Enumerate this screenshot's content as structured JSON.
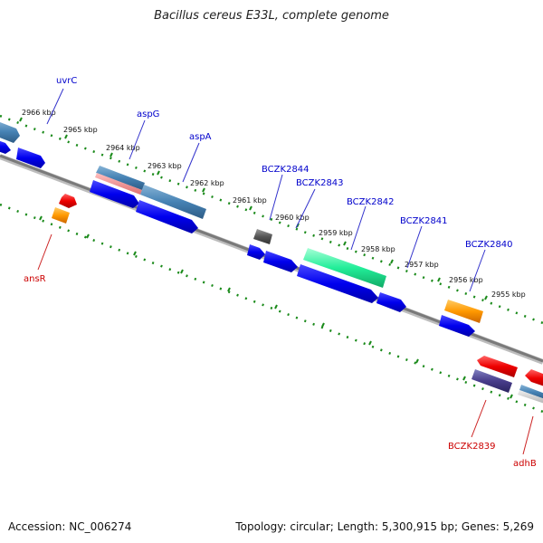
{
  "title": "Bacillus cereus E33L, complete genome",
  "footer": {
    "accession": "Accession: NC_006274",
    "stats": "Topology: circular; Length: 5,300,915 bp; Genes: 5,269"
  },
  "colors": {
    "label_forward": "#0000cc",
    "label_reverse": "#cc0000",
    "backbone": "#8a8a8a",
    "ticks": "#1a8a1a"
  },
  "kbp_ticks": [
    "2966 kbp",
    "2965 kbp",
    "2964 kbp",
    "2963 kbp",
    "2962 kbp",
    "2961 kbp",
    "2960 kbp",
    "2959 kbp",
    "2958 kbp",
    "2957 kbp",
    "2956 kbp",
    "2955 kbp"
  ],
  "gene_labels": [
    {
      "name": "uvrC",
      "strand": "forward"
    },
    {
      "name": "aspG",
      "strand": "forward"
    },
    {
      "name": "aspA",
      "strand": "forward"
    },
    {
      "name": "BCZK2844",
      "strand": "forward"
    },
    {
      "name": "BCZK2843",
      "strand": "forward"
    },
    {
      "name": "BCZK2842",
      "strand": "forward"
    },
    {
      "name": "BCZK2841",
      "strand": "forward"
    },
    {
      "name": "BCZK2840",
      "strand": "forward"
    },
    {
      "name": "ansR",
      "strand": "reverse"
    },
    {
      "name": "BCZK2839",
      "strand": "reverse"
    },
    {
      "name": "adhB",
      "strand": "reverse"
    }
  ]
}
